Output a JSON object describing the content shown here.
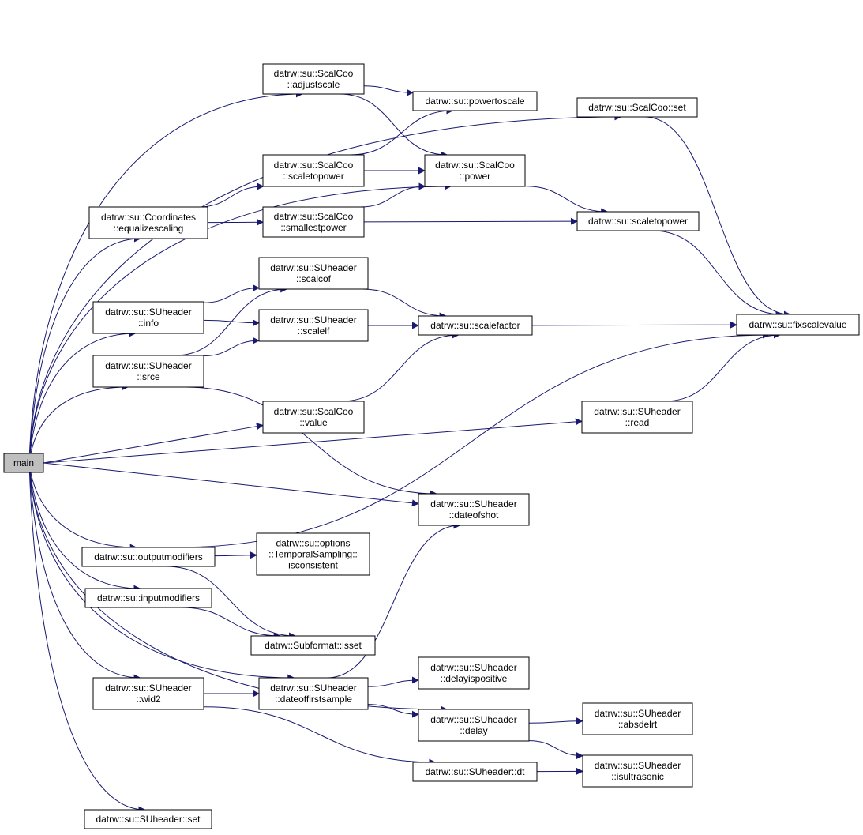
{
  "colors": {
    "edge": "#191970",
    "node_border": "#000000",
    "root_fill": "#bfbfbf",
    "node_fill": "#ffffff"
  },
  "nodes": [
    {
      "id": "main",
      "lines": [
        "main"
      ]
    },
    {
      "id": "scalcoo_adjustscale",
      "lines": [
        "datrw::su::ScalCoo",
        "::adjustscale"
      ]
    },
    {
      "id": "scalcoo_set",
      "lines": [
        "datrw::su::ScalCoo::set"
      ]
    },
    {
      "id": "powertoscale",
      "lines": [
        "datrw::su::powertoscale"
      ]
    },
    {
      "id": "scalcoo_scaletopower",
      "lines": [
        "datrw::su::ScalCoo",
        "::scaletopower"
      ]
    },
    {
      "id": "scalcoo_power",
      "lines": [
        "datrw::su::ScalCoo",
        "::power"
      ]
    },
    {
      "id": "coord_equalize",
      "lines": [
        "datrw::su::Coordinates",
        "::equalizescaling"
      ]
    },
    {
      "id": "scalcoo_smallest",
      "lines": [
        "datrw::su::ScalCoo",
        "::smallestpower"
      ]
    },
    {
      "id": "su_scaletopower",
      "lines": [
        "datrw::su::scaletopower"
      ]
    },
    {
      "id": "suh_scalcof",
      "lines": [
        "datrw::su::SUheader",
        "::scalcof"
      ]
    },
    {
      "id": "suh_info",
      "lines": [
        "datrw::su::SUheader",
        "::info"
      ]
    },
    {
      "id": "suh_scalelf",
      "lines": [
        "datrw::su::SUheader",
        "::scalelf"
      ]
    },
    {
      "id": "scalefactor",
      "lines": [
        "datrw::su::scalefactor"
      ]
    },
    {
      "id": "fixscalevalue",
      "lines": [
        "datrw::su::fixscalevalue"
      ]
    },
    {
      "id": "suh_srce",
      "lines": [
        "datrw::su::SUheader",
        "::srce"
      ]
    },
    {
      "id": "scalcoo_value",
      "lines": [
        "datrw::su::ScalCoo",
        "::value"
      ]
    },
    {
      "id": "suh_read",
      "lines": [
        "datrw::su::SUheader",
        "::read"
      ]
    },
    {
      "id": "suh_dateofshot",
      "lines": [
        "datrw::su::SUheader",
        "::dateofshot"
      ]
    },
    {
      "id": "outputmodifiers",
      "lines": [
        "datrw::su::outputmodifiers"
      ]
    },
    {
      "id": "ts_isconsistent",
      "lines": [
        "datrw::su::options",
        "::TemporalSampling::",
        "isconsistent"
      ]
    },
    {
      "id": "inputmodifiers",
      "lines": [
        "datrw::su::inputmodifiers"
      ]
    },
    {
      "id": "subformat_isset",
      "lines": [
        "datrw::Subformat::isset"
      ]
    },
    {
      "id": "suh_delayispositive",
      "lines": [
        "datrw::su::SUheader",
        "::delayispositive"
      ]
    },
    {
      "id": "suh_wid2",
      "lines": [
        "datrw::su::SUheader",
        "::wid2"
      ]
    },
    {
      "id": "suh_dateoffirstsample",
      "lines": [
        "datrw::su::SUheader",
        "::dateoffirstsample"
      ]
    },
    {
      "id": "suh_delay",
      "lines": [
        "datrw::su::SUheader",
        "::delay"
      ]
    },
    {
      "id": "suh_absdelrt",
      "lines": [
        "datrw::su::SUheader",
        "::absdelrt"
      ]
    },
    {
      "id": "suh_dt",
      "lines": [
        "datrw::su::SUheader::dt"
      ]
    },
    {
      "id": "suh_isultrasonic",
      "lines": [
        "datrw::su::SUheader",
        "::isultrasonic"
      ]
    },
    {
      "id": "suh_set",
      "lines": [
        "datrw::su::SUheader::set"
      ]
    }
  ],
  "edges": [
    [
      "main",
      "scalcoo_set"
    ],
    [
      "main",
      "scalcoo_adjustscale"
    ],
    [
      "main",
      "scalcoo_power"
    ],
    [
      "main",
      "coord_equalize"
    ],
    [
      "main",
      "suh_info"
    ],
    [
      "main",
      "suh_srce"
    ],
    [
      "main",
      "scalcoo_value"
    ],
    [
      "main",
      "suh_read"
    ],
    [
      "main",
      "suh_dateofshot"
    ],
    [
      "main",
      "outputmodifiers"
    ],
    [
      "main",
      "inputmodifiers"
    ],
    [
      "main",
      "suh_dateoffirstsample"
    ],
    [
      "main",
      "suh_wid2"
    ],
    [
      "main",
      "suh_delay"
    ],
    [
      "main",
      "suh_set"
    ],
    [
      "scalcoo_adjustscale",
      "powertoscale"
    ],
    [
      "scalcoo_adjustscale",
      "scalcoo_power"
    ],
    [
      "scalcoo_set",
      "fixscalevalue"
    ],
    [
      "scalcoo_scaletopower",
      "powertoscale"
    ],
    [
      "scalcoo_scaletopower",
      "scalcoo_power"
    ],
    [
      "scalcoo_power",
      "su_scaletopower"
    ],
    [
      "coord_equalize",
      "scalcoo_scaletopower"
    ],
    [
      "coord_equalize",
      "scalcoo_smallest"
    ],
    [
      "scalcoo_smallest",
      "scalcoo_power"
    ],
    [
      "scalcoo_smallest",
      "su_scaletopower"
    ],
    [
      "su_scaletopower",
      "fixscalevalue"
    ],
    [
      "suh_info",
      "suh_scalcof"
    ],
    [
      "suh_info",
      "suh_scalelf"
    ],
    [
      "suh_srce",
      "suh_scalcof"
    ],
    [
      "suh_srce",
      "suh_scalelf"
    ],
    [
      "suh_srce",
      "suh_dateofshot"
    ],
    [
      "suh_scalcof",
      "scalefactor"
    ],
    [
      "suh_scalelf",
      "scalefactor"
    ],
    [
      "scalefactor",
      "fixscalevalue"
    ],
    [
      "scalcoo_value",
      "scalefactor"
    ],
    [
      "suh_read",
      "fixscalevalue"
    ],
    [
      "outputmodifiers",
      "ts_isconsistent"
    ],
    [
      "outputmodifiers",
      "subformat_isset"
    ],
    [
      "outputmodifiers",
      "fixscalevalue"
    ],
    [
      "inputmodifiers",
      "subformat_isset"
    ],
    [
      "suh_wid2",
      "suh_dateoffirstsample"
    ],
    [
      "suh_wid2",
      "suh_dt"
    ],
    [
      "suh_dateoffirstsample",
      "suh_dateofshot"
    ],
    [
      "suh_dateoffirstsample",
      "suh_delayispositive"
    ],
    [
      "suh_dateoffirstsample",
      "suh_delay"
    ],
    [
      "suh_delay",
      "suh_absdelrt"
    ],
    [
      "suh_delay",
      "suh_isultrasonic"
    ],
    [
      "suh_dt",
      "suh_isultrasonic"
    ]
  ]
}
